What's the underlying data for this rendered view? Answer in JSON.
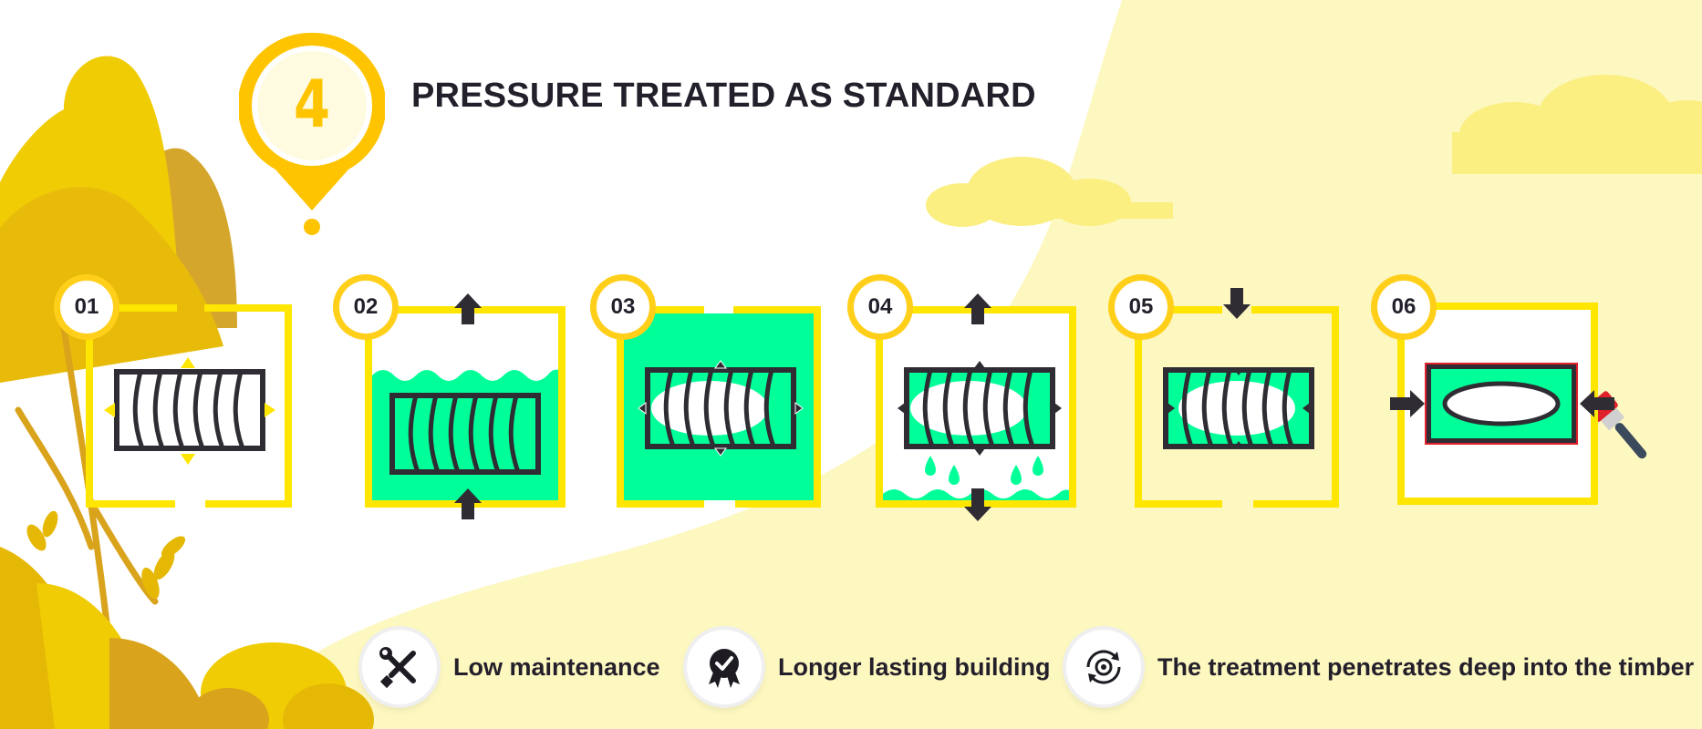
{
  "header": {
    "step_number": "4",
    "title": "PRESSURE TREATED AS STANDARD"
  },
  "colors": {
    "yellow": "#ffe600",
    "gold": "#ffc400",
    "green": "#00ff99",
    "dark": "#2f2d33",
    "cream": "#fdf7c0",
    "red": "#e0202b"
  },
  "steps": [
    {
      "label": "01",
      "icon": "timber-expanding-icon"
    },
    {
      "label": "02",
      "icon": "timber-submerged-icon"
    },
    {
      "label": "03",
      "icon": "timber-pressurized-icon"
    },
    {
      "label": "04",
      "icon": "timber-draining-icon"
    },
    {
      "label": "05",
      "icon": "timber-compressing-icon"
    },
    {
      "label": "06",
      "icon": "timber-treated-icon"
    }
  ],
  "features": [
    {
      "label": "Low maintenance",
      "icon": "wrench-screwdriver-icon"
    },
    {
      "label": "Longer lasting building",
      "icon": "quality-badge-icon"
    },
    {
      "label": "The treatment penetrates deep into the timber",
      "icon": "gear-cycle-icon"
    }
  ]
}
